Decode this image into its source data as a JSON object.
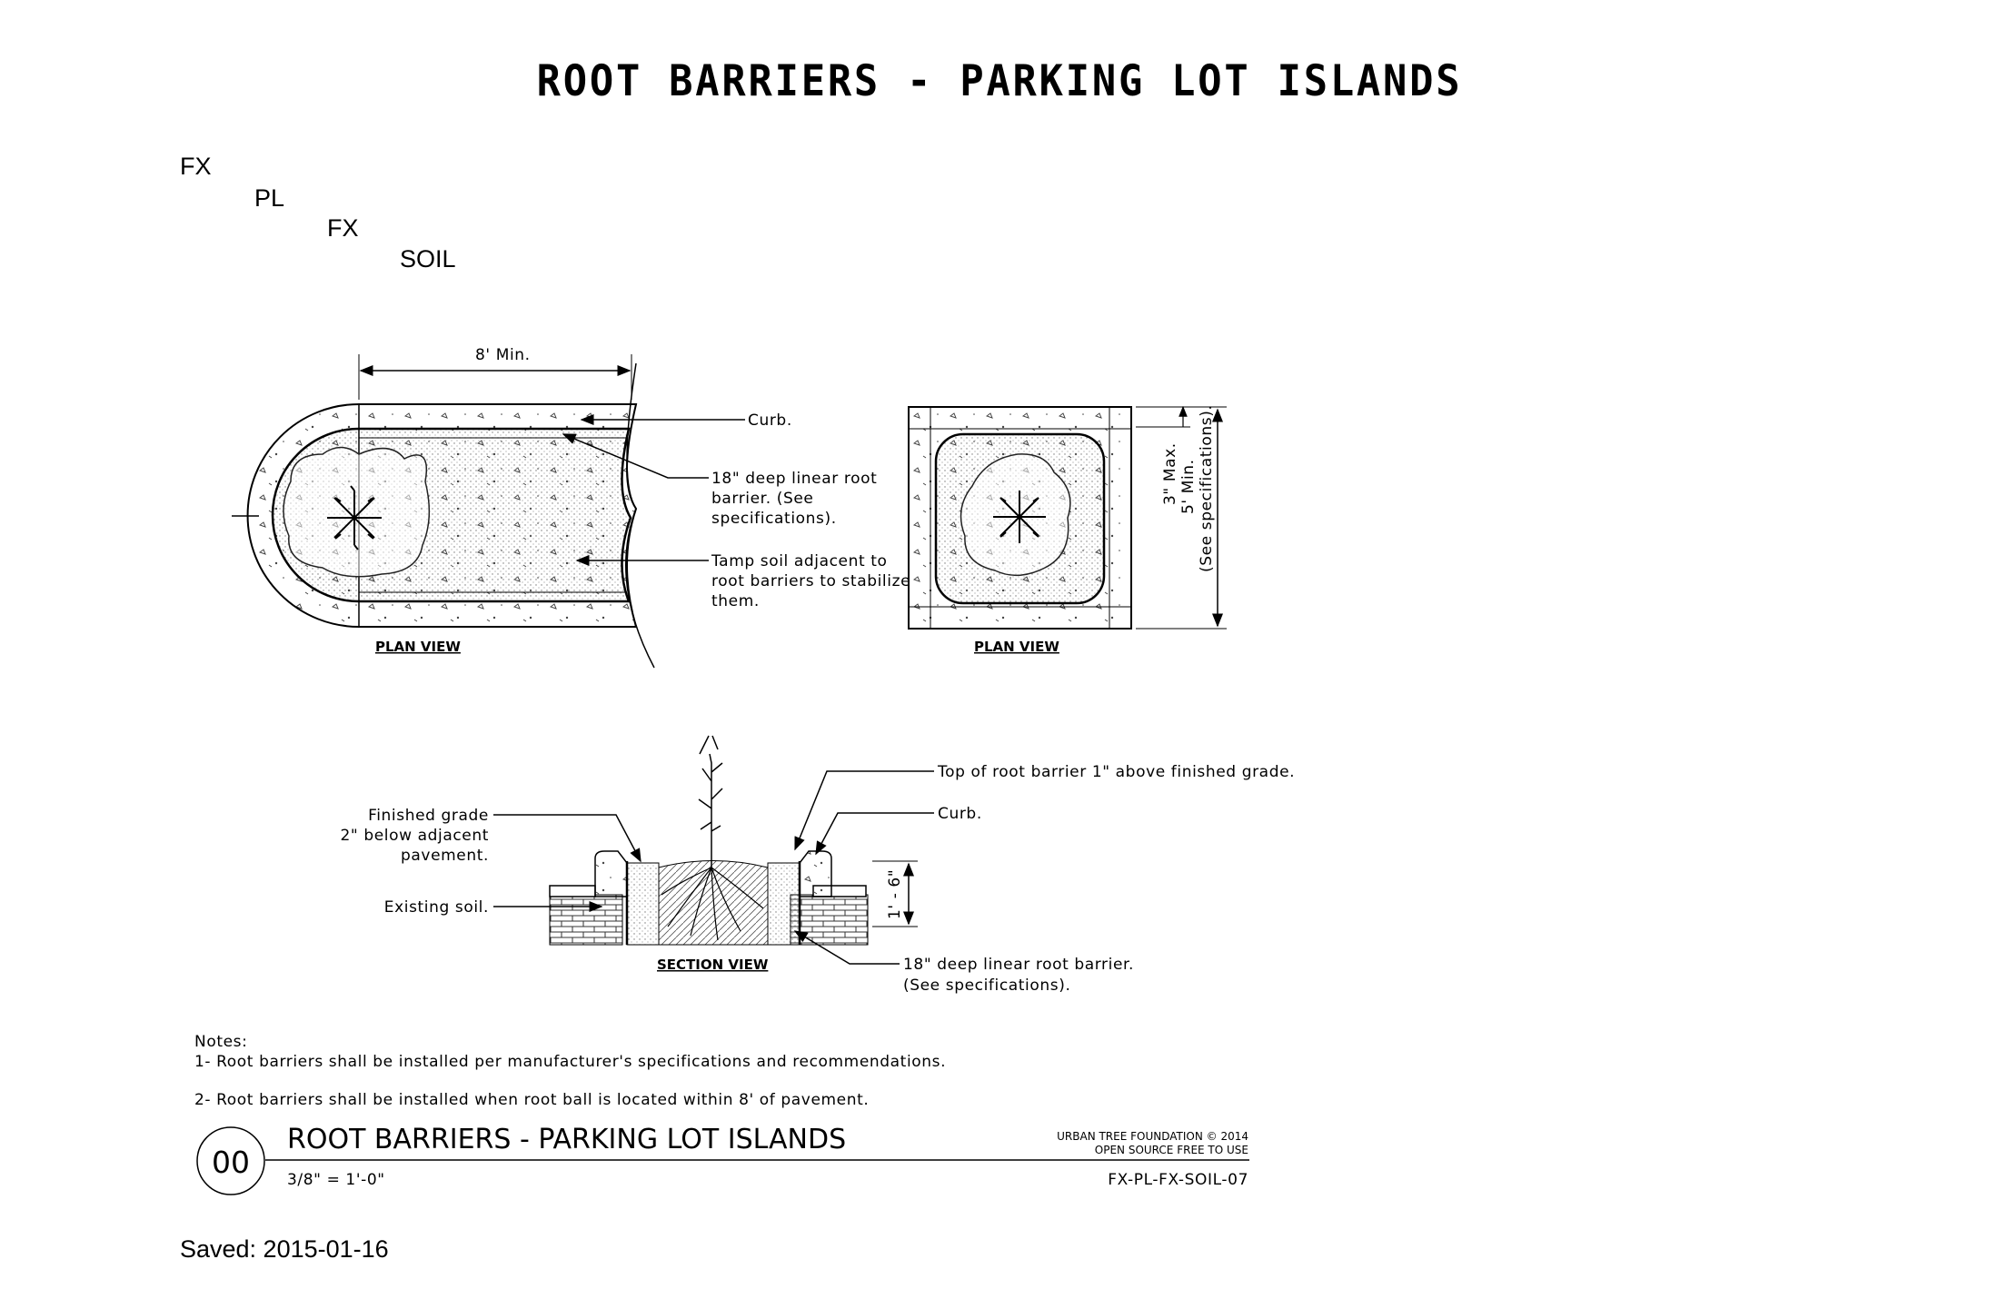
{
  "page": {
    "title": "ROOT BARRIERS - PARKING LOT ISLANDS",
    "codes": [
      "FX",
      "PL",
      "FX",
      "SOIL"
    ],
    "saved": "Saved: 2015-01-16"
  },
  "plan_left": {
    "dimension": "8' Min.",
    "curb_label": "Curb.",
    "barrier_label": [
      "18\" deep linear root",
      "barrier. (See",
      "specifications)."
    ],
    "tamp_label": [
      "Tamp soil adjacent to",
      "root barriers to stabilize",
      "them."
    ],
    "view_label": "PLAN VIEW"
  },
  "plan_right": {
    "dim_max": "3\" Max.",
    "dim_min": "5' Min.",
    "dim_spec": "(See specifications).",
    "view_label": "PLAN VIEW"
  },
  "section": {
    "top_label": "Top of root barrier 1\" above finished grade.",
    "curb_label": "Curb.",
    "finished_grade": [
      "Finished grade",
      "2\" below adjacent",
      "pavement."
    ],
    "existing_soil": "Existing soil.",
    "depth_dim": "1' - 6\"",
    "barrier_label": [
      "18\" deep linear root barrier.",
      "(See specifications)."
    ],
    "view_label": "SECTION VIEW"
  },
  "notes": {
    "heading": "Notes:",
    "items": [
      "1- Root barriers shall be installed per manufacturer's specifications and recommendations.",
      "2- Root barriers shall be installed when root ball is located within 8' of pavement."
    ]
  },
  "title_block": {
    "number": "00",
    "title": "ROOT BARRIERS - PARKING LOT ISLANDS",
    "scale": "3/8\" = 1'-0\"",
    "org_line1": "URBAN TREE FOUNDATION © 2014",
    "org_line2": "OPEN SOURCE FREE TO USE",
    "sheet_id": "FX-PL-FX-SOIL-07"
  }
}
